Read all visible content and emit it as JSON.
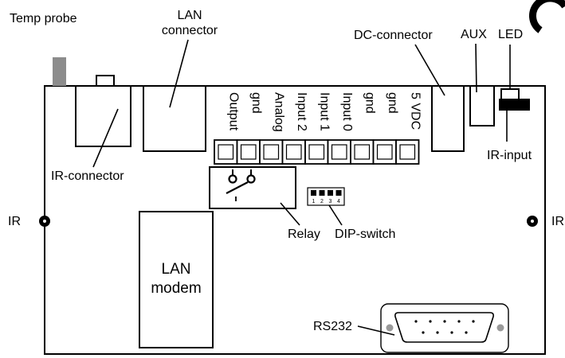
{
  "labels": {
    "temp_probe": "Temp probe",
    "lan_connector_1": "LAN",
    "lan_connector_2": "connector",
    "dc_connector": "DC-connector",
    "aux": "AUX",
    "led": "LED",
    "ir_input": "IR-input",
    "ir_connector": "IR-connector",
    "ir_left": "IR",
    "ir_right": "IR",
    "relay": "Relay",
    "dip_switch": "DIP-switch",
    "lan_modem_1": "LAN",
    "lan_modem_2": "modem",
    "rs232": "RS232"
  },
  "terminals": [
    "Output",
    "gnd",
    "Analog",
    "Input 2",
    "Input 1",
    "Input 0",
    "gnd",
    "gnd",
    "5 VDC"
  ],
  "dip_numbers": [
    "1",
    "2",
    "3",
    "4"
  ],
  "colors": {
    "probe": "#8c8c8c",
    "led_body": "#000000",
    "outline": "#000000"
  }
}
